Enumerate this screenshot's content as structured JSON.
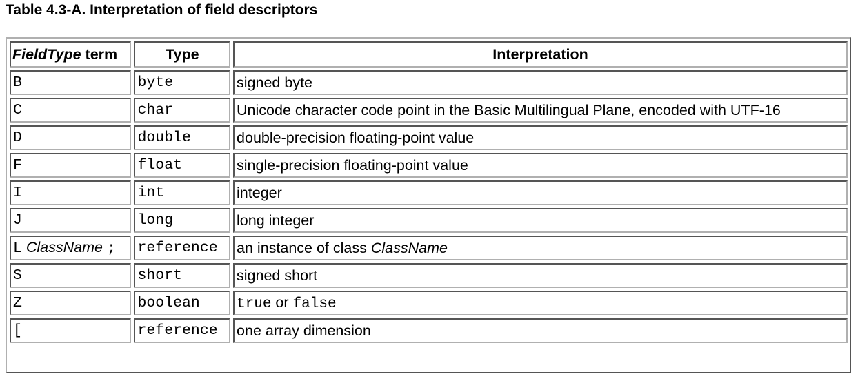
{
  "caption": "Table 4.3-A. Interpretation of field descriptors",
  "headers": {
    "term_italic": "FieldType",
    "term_suffix": " term",
    "type": "Type",
    "interpretation": "Interpretation"
  },
  "rows": [
    {
      "term": "B",
      "type": "byte",
      "interpretation": "signed byte"
    },
    {
      "term": "C",
      "type": "char",
      "interpretation": "Unicode character code point in the Basic Multilingual Plane, encoded with UTF-16"
    },
    {
      "term": "D",
      "type": "double",
      "interpretation": "double-precision floating-point value"
    },
    {
      "term": "F",
      "type": "float",
      "interpretation": "single-precision floating-point value"
    },
    {
      "term": "I",
      "type": "int",
      "interpretation": "integer"
    },
    {
      "term": "J",
      "type": "long",
      "interpretation": "long integer"
    },
    {
      "term_prefix": "L",
      "term_italic": " ClassName ",
      "term_suffix": ";",
      "type": "reference",
      "interpretation_prefix": "an instance of class ",
      "interpretation_italic": "ClassName"
    },
    {
      "term": "S",
      "type": "short",
      "interpretation": "signed short"
    },
    {
      "term": "Z",
      "type": "boolean",
      "interpretation_code1": "true",
      "interpretation_mid": " or ",
      "interpretation_code2": "false"
    },
    {
      "term": "[",
      "type": "reference",
      "interpretation": "one array dimension"
    }
  ]
}
